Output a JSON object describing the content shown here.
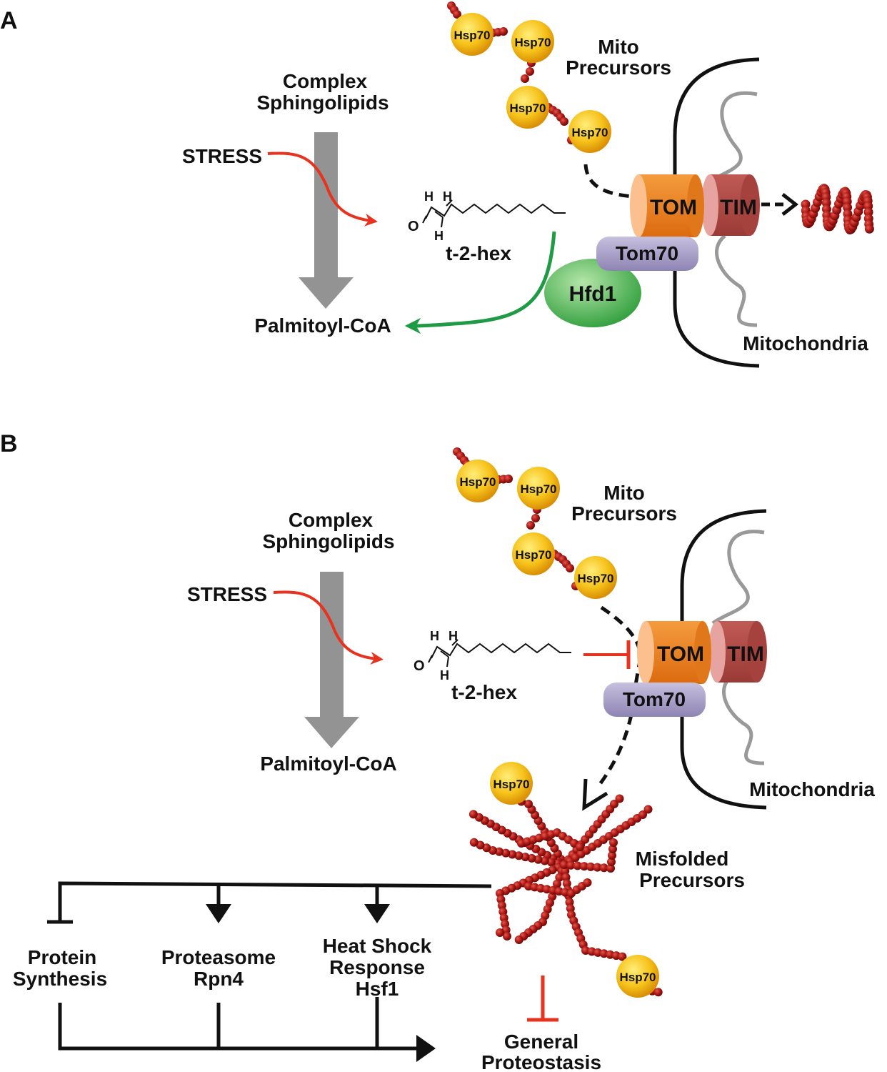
{
  "panel_a": {
    "letter": "A",
    "complex_l1": "Complex",
    "complex_l2": "Sphingolipids",
    "stress": "STRESS",
    "palmitoyl": "Palmitoyl-CoA",
    "t2hex": "t-2-hex",
    "mito_l1": "Mito",
    "mito_l2": "Precursors",
    "hsp": [
      "Hsp70",
      "Hsp70",
      "Hsp70",
      "Hsp70"
    ],
    "tom": "TOM",
    "tim": "TIM",
    "tom70": "Tom70",
    "hfd1": "Hfd1",
    "mitochondria": "Mitochondria",
    "atom_o": "O",
    "atom_h": "H"
  },
  "panel_b": {
    "letter": "B",
    "complex_l1": "Complex",
    "complex_l2": "Sphingolipids",
    "stress": "STRESS",
    "palmitoyl": "Palmitoyl-CoA",
    "t2hex": "t-2-hex",
    "mito_l1": "Mito",
    "mito_l2": "Precursors",
    "hsp": [
      "Hsp70",
      "Hsp70",
      "Hsp70",
      "Hsp70",
      "Hsp70",
      "Hsp70"
    ],
    "tom": "TOM",
    "tim": "TIM",
    "tom70": "Tom70",
    "mitochondria": "Mitochondria",
    "misfolded_l1": "Misfolded",
    "misfolded_l2": "Precursors",
    "protein_l1": "Protein",
    "protein_l2": "Synthesis",
    "proteasome_l1": "Proteasome",
    "proteasome_l2": "Rpn4",
    "heat_l1": "Heat Shock",
    "heat_l2": "Response",
    "heat_l3": "Hsf1",
    "general_l1": "General",
    "general_l2": "Proteostasis",
    "atom_o": "O",
    "atom_h": "H"
  },
  "colors": {
    "grey_arrow": "#939393",
    "stress_red": "#e8321e",
    "green_arrow": "#1f9a45",
    "tom_orange": "#ee7d1a",
    "tim_red": "#b04945",
    "tom70_purple": "#a79ec6",
    "hfd1_green": "#5cbf5c",
    "hsp_yellow": "#f2b90c",
    "protein_red": "#b21a1a"
  }
}
